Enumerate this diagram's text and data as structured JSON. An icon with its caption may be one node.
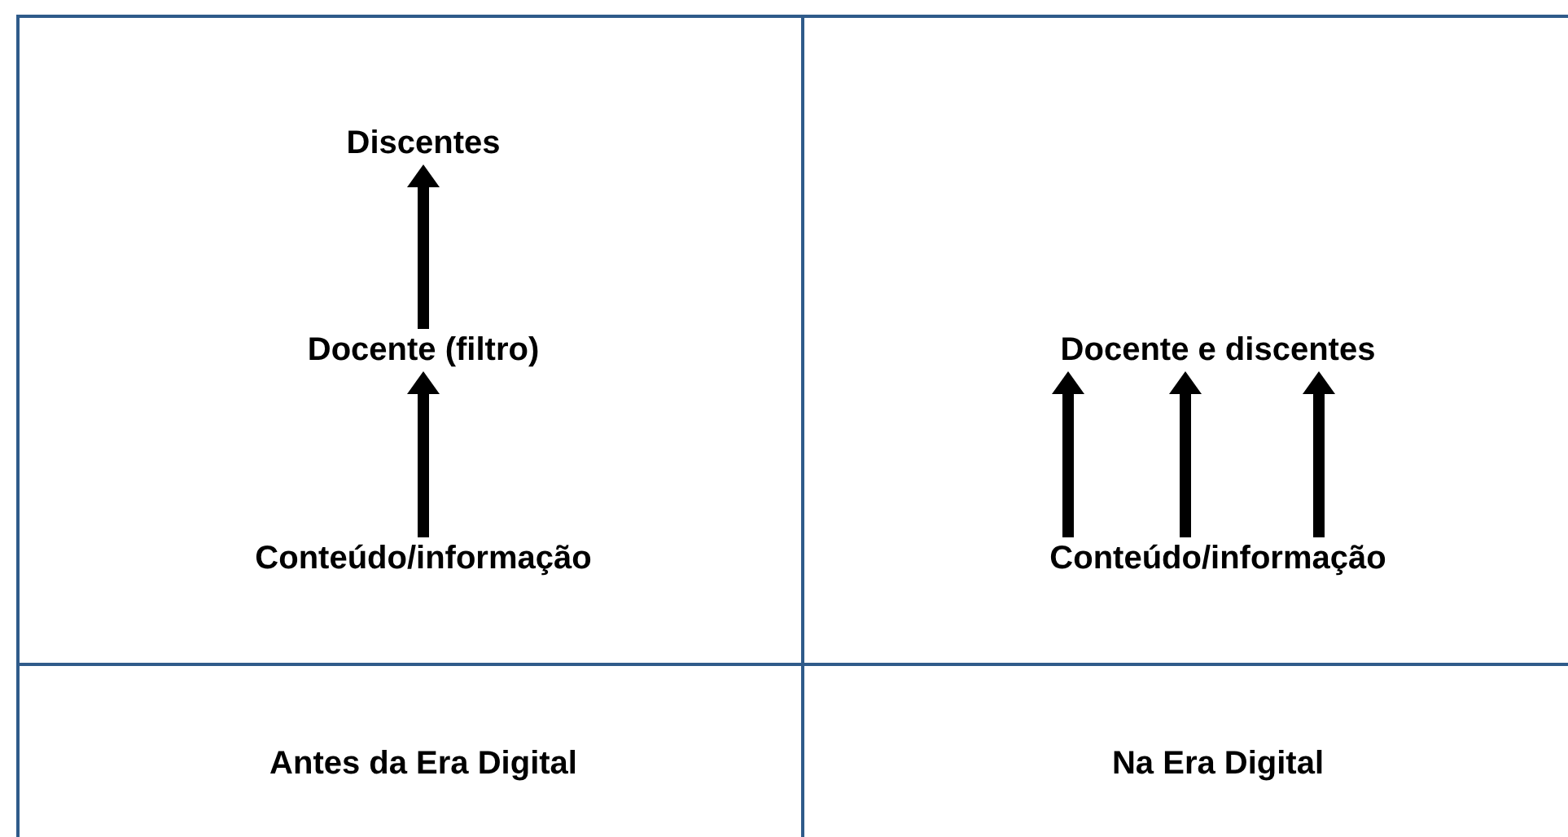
{
  "diagram": {
    "nodes": [
      {
        "text": [
          "Discentes"
        ]
      },
      {
        "text": [
          "Docente (filtro)"
        ]
      },
      {
        "text": [
          "Conteúdo/informação"
        ]
      },
      {
        "text": [
          "Docente e discentes"
        ]
      },
      {
        "text": [
          "Conteúdo/informação"
        ]
      }
    ],
    "edges": [
      {
        "from": 2,
        "to": 1,
        "arrow": "to"
      },
      {
        "from": 1,
        "to": 0,
        "arrow": "to"
      },
      {
        "from": 4,
        "to": 3,
        "arrow": "to"
      },
      {
        "from": 4,
        "to": 3,
        "arrow": "to"
      },
      {
        "from": 4,
        "to": 3,
        "arrow": "to"
      }
    ],
    "labels": [
      "Antes da Era Digital",
      "Na Era Digital"
    ]
  }
}
